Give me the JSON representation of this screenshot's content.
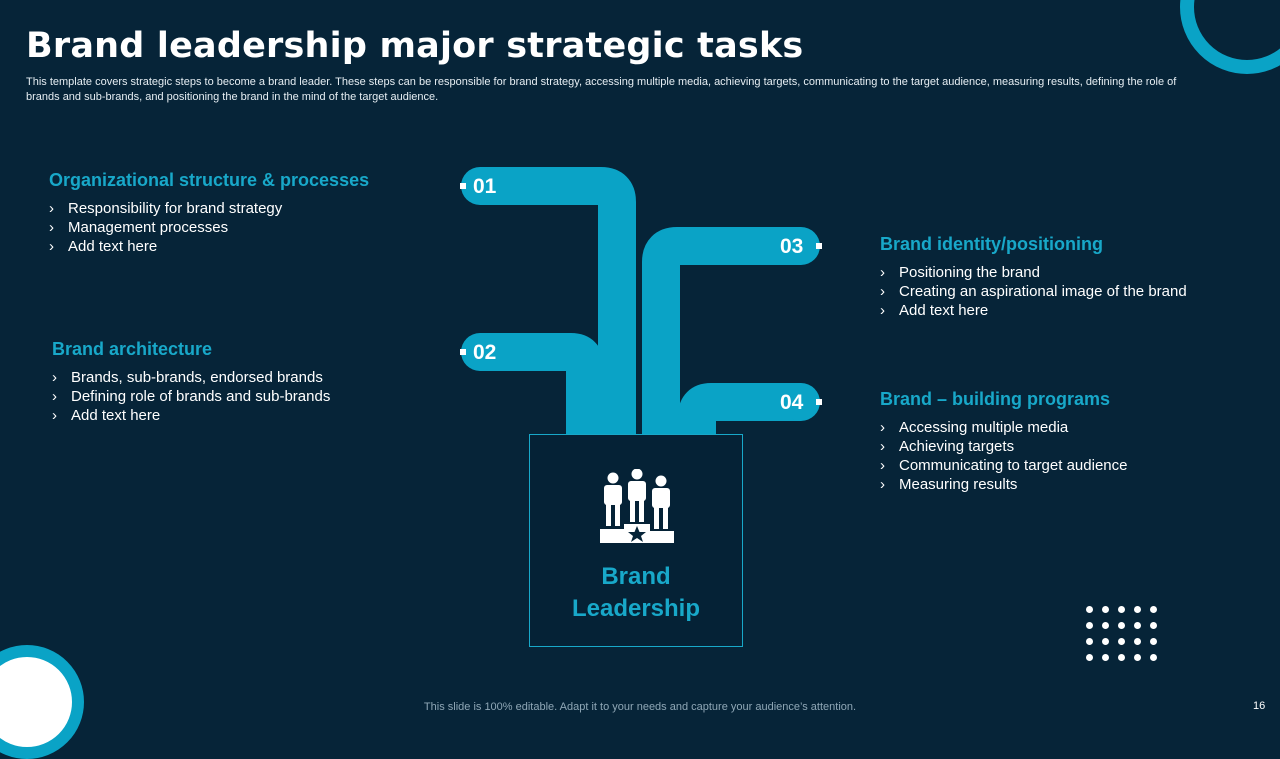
{
  "title": "Brand leadership major strategic tasks",
  "subtitle": "This template covers strategic steps to become a brand leader. These steps can be responsible for brand strategy, accessing multiple media, achieving targets, communicating to the target audience, measuring results, defining the role of brands and sub-brands, and positioning the brand in the mind of the target audience.",
  "colors": {
    "background": "#062438",
    "accent": "#0aa3c6",
    "text": "#ffffff"
  },
  "sections": [
    {
      "number": "01",
      "title": "Organizational structure & processes",
      "items": [
        "Responsibility for brand strategy",
        "Management processes",
        "Add text here"
      ]
    },
    {
      "number": "02",
      "title": "Brand architecture",
      "items": [
        "Brands, sub-brands, endorsed brands",
        "Defining role of brands and sub-brands",
        "Add text here"
      ]
    },
    {
      "number": "03",
      "title": "Brand identity/positioning",
      "items": [
        "Positioning the brand",
        "Creating an aspirational image of the brand",
        "Add text here"
      ]
    },
    {
      "number": "04",
      "title": "Brand – building programs",
      "items": [
        "Accessing multiple media",
        "Achieving targets",
        "Communicating to target audience",
        "Measuring results"
      ]
    }
  ],
  "center": {
    "line1": "Brand",
    "line2": "Leadership",
    "icon": "leadership-podium-icon"
  },
  "bullet_glyph": "›",
  "footer": "This slide is 100% editable. Adapt it to your needs and capture your audience’s attention.",
  "page_number": "16"
}
